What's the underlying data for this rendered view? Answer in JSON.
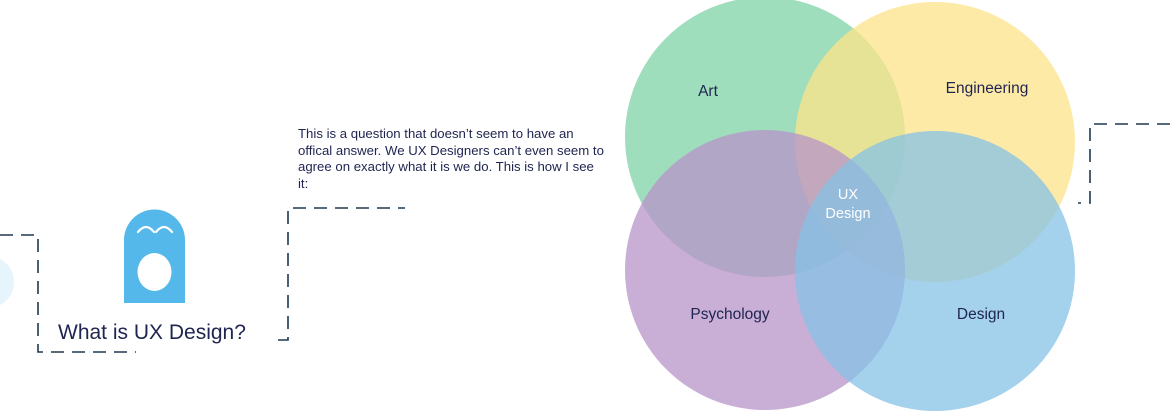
{
  "heading": "What is UX Design?",
  "intro": "This is a question that doesn’t seem to have an offical answer. We UX Designers can’t even seem to agree on exactly what it is we do. This is how I see it:",
  "venn": {
    "sets": [
      {
        "id": "art",
        "label": "Art",
        "color": "#7fd3a6"
      },
      {
        "id": "engineering",
        "label": "Engineering",
        "color": "#fde38a"
      },
      {
        "id": "psychology",
        "label": "Psychology",
        "color": "#b793c8"
      },
      {
        "id": "design",
        "label": "Design",
        "color": "#85c2e6"
      }
    ],
    "center_line1": "UX",
    "center_line2": "Design"
  },
  "mascot": {
    "color": "#55b8ea",
    "icon": "ghost-mascot-icon"
  },
  "dash_color": "#1f3850"
}
